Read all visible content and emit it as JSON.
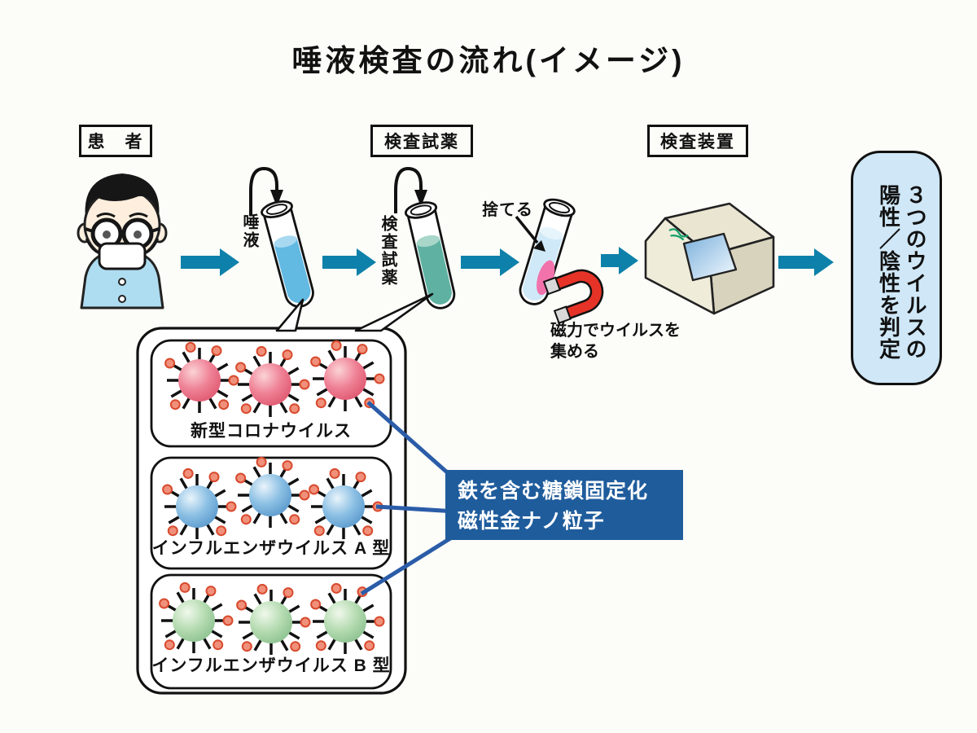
{
  "title": "唾液検査の流れ(イメージ)",
  "stage_labels": {
    "patient": "患　者",
    "reagent": "検査試薬",
    "device": "検査装置"
  },
  "annotations": {
    "saliva": "唾液",
    "reagent_vertical": "検査試薬",
    "discard": "捨てる",
    "magnet_note_line1": "磁力でウイルスを",
    "magnet_note_line2": "集める"
  },
  "virus_groups": [
    {
      "label": "新型コロナウイルス",
      "color": "#e66a7e"
    },
    {
      "label": "インフルエンザウイルス A 型",
      "color": "#79aedd"
    },
    {
      "label": "インフルエンザウイルス B 型",
      "color": "#a3d0a3"
    }
  ],
  "nanoparticle_label": {
    "line1": "鉄を含む糖鎖固定化",
    "line2": "磁性金ナノ粒子",
    "bg_color": "#1f5c9c",
    "text_color": "#ffffff"
  },
  "result_box": {
    "line1": "３つのウイルスの",
    "line2": "陽性／陰性を判定",
    "bg_color": "#cfe7f7"
  },
  "icons": {
    "person": "patient-icon",
    "tube1": "saliva-tube-icon",
    "tube2": "reagent-tube-icon",
    "tube3": "magnet-tube-icon",
    "magnet": "horseshoe-magnet-icon",
    "analyzer": "test-analyzer-icon",
    "virus": "virus-particle-icon",
    "arrow": "flow-arrow-icon"
  },
  "colors": {
    "flow_arrow": "#0d81aa",
    "magnet_red": "#e63327",
    "tube1_liquid": "#62b9e2",
    "tube2_liquid": "#5fb2a2",
    "tube3_liquid": "#cfe9f8",
    "magnet_pellet_pink": "#f272ab",
    "capture_dot": "#f0907a",
    "connector_line": "#2a5ca8",
    "shirt_blue": "#aedcf0",
    "device_beige": "#e9e5d1"
  }
}
